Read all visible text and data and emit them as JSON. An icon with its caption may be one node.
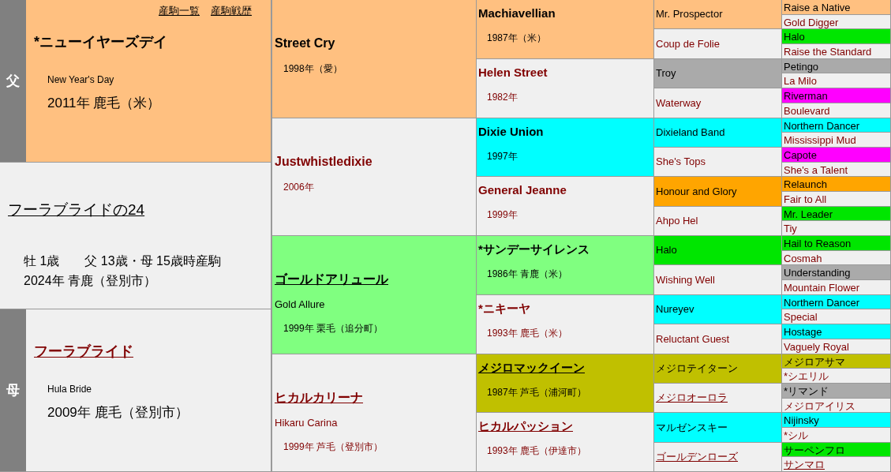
{
  "diagram": {
    "nodes": [
      {
        "text": [
          "父"
        ]
      },
      {
        "text": [
          "産駒一覧",
          "産駒戦歴",
          "*ニューイヤーズデイ",
          "New Year's Day",
          "2011年 鹿毛（米）"
        ]
      },
      {
        "text": [
          "Street Cry",
          "1998年（愛）"
        ]
      },
      {
        "text": [
          "Machiavellian",
          "1987年（米）"
        ]
      },
      {
        "text": [
          "Mr. Prospector"
        ]
      },
      {
        "text": [
          "Raise a Native"
        ]
      },
      {
        "text": [
          "Gold Digger"
        ]
      },
      {
        "text": [
          "Coup de Folie"
        ]
      },
      {
        "text": [
          "Halo"
        ]
      },
      {
        "text": [
          "Raise the Standard"
        ]
      },
      {
        "text": [
          "Helen Street",
          "1982年"
        ]
      },
      {
        "text": [
          "Troy"
        ]
      },
      {
        "text": [
          "Petingo"
        ]
      },
      {
        "text": [
          "La Milo"
        ]
      },
      {
        "text": [
          "Waterway"
        ]
      },
      {
        "text": [
          "Riverman"
        ]
      },
      {
        "text": [
          "Boulevard"
        ]
      },
      {
        "text": [
          "Justwhistledixie",
          "2006年"
        ]
      },
      {
        "text": [
          "Dixie Union",
          "1997年"
        ]
      },
      {
        "text": [
          "Dixieland Band"
        ]
      },
      {
        "text": [
          "Northern Dancer"
        ]
      },
      {
        "text": [
          "Mississippi Mud"
        ]
      },
      {
        "text": [
          "She's Tops"
        ]
      },
      {
        "text": [
          "Capote"
        ]
      },
      {
        "text": [
          "フーラブライドの24",
          "牡 1歳　　父 13歳・母 15歳時産駒",
          "2024年 青鹿（登別市）"
        ]
      },
      {
        "text": [
          "She's a Talent"
        ]
      },
      {
        "text": [
          "General Jeanne",
          "1999年"
        ]
      },
      {
        "text": [
          "Honour and Glory"
        ]
      },
      {
        "text": [
          "Relaunch"
        ]
      },
      {
        "text": [
          "Fair to All"
        ]
      },
      {
        "text": [
          "Ahpo Hel"
        ]
      },
      {
        "text": [
          "Mr. Leader"
        ]
      },
      {
        "text": [
          "Tiy"
        ]
      },
      {
        "text": [
          "ゴールドアリュール",
          "Gold Allure",
          "1999年 栗毛（追分町）"
        ]
      },
      {
        "text": [
          "*サンデーサイレンス",
          "1986年 青鹿（米）"
        ]
      },
      {
        "text": [
          "Halo"
        ]
      },
      {
        "text": [
          "Hail to Reason"
        ]
      },
      {
        "text": [
          "Cosmah"
        ]
      },
      {
        "text": [
          "Wishing Well"
        ]
      },
      {
        "text": [
          "Understanding"
        ]
      },
      {
        "text": [
          "Mountain Flower"
        ]
      },
      {
        "text": [
          "*ニキーヤ",
          "1993年 鹿毛（米）"
        ]
      },
      {
        "text": [
          "Nureyev"
        ]
      },
      {
        "text": [
          "Northern Dancer"
        ]
      },
      {
        "text": [
          "母"
        ]
      },
      {
        "text": [
          "フーラブライド",
          "Hula Bride",
          "2009年 鹿毛（登別市）"
        ]
      },
      {
        "text": [
          "Special"
        ]
      },
      {
        "text": [
          "Reluctant Guest"
        ]
      },
      {
        "text": [
          "Hostage"
        ]
      },
      {
        "text": [
          "Vaguely Royal"
        ]
      },
      {
        "text": [
          "ヒカルカリーナ",
          "Hikaru Carina",
          "1999年 芦毛（登別市）"
        ]
      },
      {
        "text": [
          "メジロマックイーン",
          "1987年 芦毛（浦河町）"
        ]
      },
      {
        "text": [
          "メジロテイターン"
        ]
      },
      {
        "text": [
          "メジロアサマ"
        ]
      },
      {
        "text": [
          "*シエリル"
        ]
      },
      {
        "text": [
          "メジロオーロラ"
        ]
      },
      {
        "text": [
          "*リマンド"
        ]
      },
      {
        "text": [
          "メジロアイリス"
        ]
      },
      {
        "text": [
          "ヒカルパッション",
          "1993年 鹿毛（伊達市）"
        ]
      },
      {
        "text": [
          "マルゼンスキー"
        ]
      },
      {
        "text": [
          "Nijinsky"
        ]
      },
      {
        "text": [
          "*シル"
        ]
      },
      {
        "text": [
          "ゴールデンローズ"
        ]
      },
      {
        "text": [
          "サーペンフロ"
        ]
      },
      {
        "text": [
          "サンマロ"
        ]
      }
    ]
  }
}
